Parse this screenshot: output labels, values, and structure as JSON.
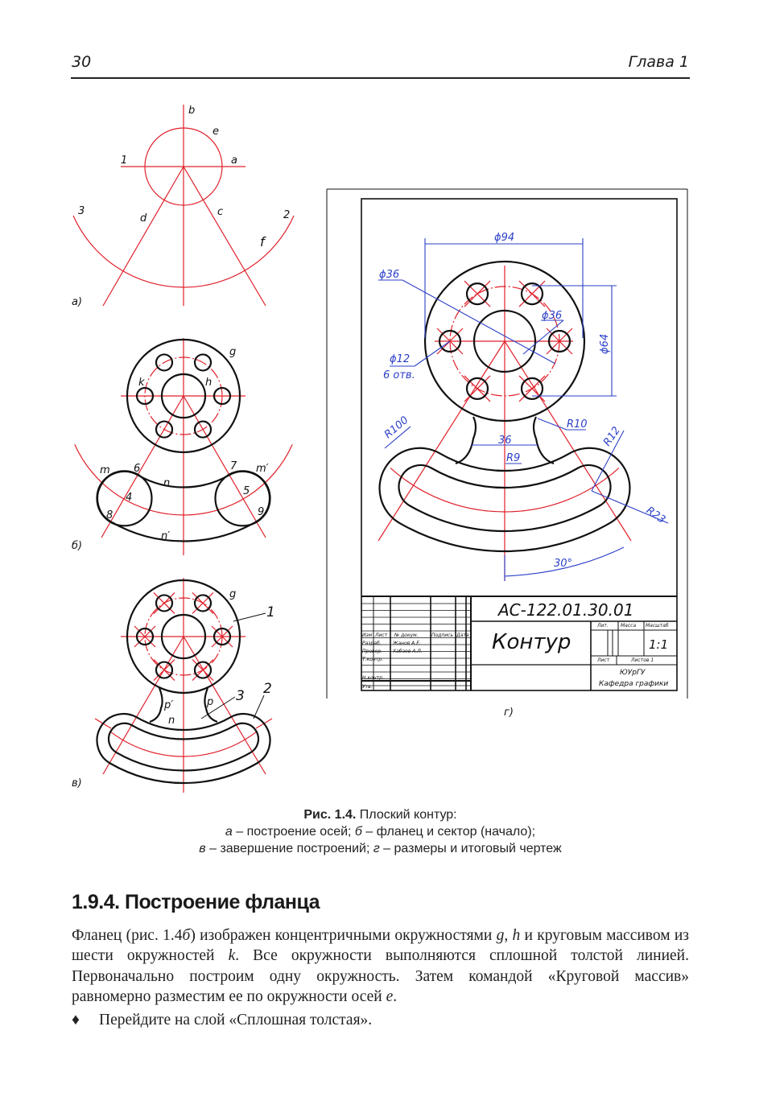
{
  "header": {
    "page_number": "30",
    "chapter": "Глава 1"
  },
  "figure": {
    "a": {
      "labels": {
        "b": "b",
        "e": "e",
        "one": "1",
        "a": "a",
        "three": "3",
        "d": "d",
        "c": "c",
        "two": "2",
        "f": "f"
      },
      "caption": "а)"
    },
    "b": {
      "labels": {
        "g": "g",
        "k": "k",
        "h": "h",
        "m": "m",
        "six": "6",
        "n": "n",
        "seven": "7",
        "m2": "m′",
        "four": "4",
        "five": "5",
        "eight": "8",
        "nine": "9",
        "n2": "n′"
      },
      "caption": "б)"
    },
    "c": {
      "labels": {
        "g": "g",
        "one": "1",
        "p2": "p′",
        "p": "p",
        "n": "n",
        "three": "3",
        "two": "2"
      },
      "caption": "в)"
    },
    "d": {
      "caption": "г)",
      "dimensions": {
        "d94": "ϕ94",
        "d36a": "ϕ36",
        "d36b": "ϕ36",
        "d64": "ϕ64",
        "d12": "ϕ12",
        "holes": "6 отв.",
        "r10": "R10",
        "r100": "R100",
        "w36": "36",
        "r9": "R9",
        "r12": "R12",
        "r23": "R23",
        "angle": "30°"
      },
      "title_block": {
        "designation": "АС-122.01.30.01",
        "name": "Контур",
        "col_izm": "Изм",
        "col_list": "Лист",
        "col_doc": "№ докум.",
        "col_sign": "Подпись",
        "col_date": "Дата",
        "razrab": "Разраб.",
        "razrab_name": "Жанов А.Е.",
        "prover": "Провер.",
        "prover_name": "Хабаев А.Л.",
        "tkontr": "Т.контр.",
        "nkontr": "Н.контр.",
        "utv": "Утв.",
        "lit": "Лит.",
        "massa": "Масса",
        "masshtab": "Масштаб",
        "scale": "1:1",
        "sheet": "Лист",
        "sheets": "Листов 1",
        "org": "ЮУрГУ",
        "dept": "Кафедра графики"
      }
    }
  },
  "caption": {
    "fig_no": "Рис. 1.4.",
    "title": " Плоский контур:",
    "line2_a": "а",
    "line2_rest": " – построение осей; ",
    "line2_b": "б",
    "line2_rest2": " – фланец и сектор (начало);",
    "line3_v": "в",
    "line3_rest": " – завершение построений; ",
    "line3_g": "г",
    "line3_rest2": " – размеры и итоговый чертеж"
  },
  "section": {
    "heading": "1.9.4. Построение фланца"
  },
  "paragraph": {
    "s1": "Фланец (рис. 1.4",
    "s2": "б",
    "s3": ") изображен концентричными окружностями ",
    "s4": "g",
    "s5": ", ",
    "s6": "h",
    "s7": " и круговым массивом из шести окружностей ",
    "s8": "k",
    "s9": ". Все окружности выполняются сплошной толстой линией. Первоначально построим одну окружность. Затем командой «Круговой массив» равномерно разместим ее по окружности осей ",
    "s10": "e",
    "s11": "."
  },
  "bullet": {
    "marker": "♦",
    "text": "Перейдите на слой «Сплошная толстая»."
  },
  "colors": {
    "axis_red": "#e0202a",
    "dimension_blue": "#2b3fc7",
    "line": "#111111"
  }
}
